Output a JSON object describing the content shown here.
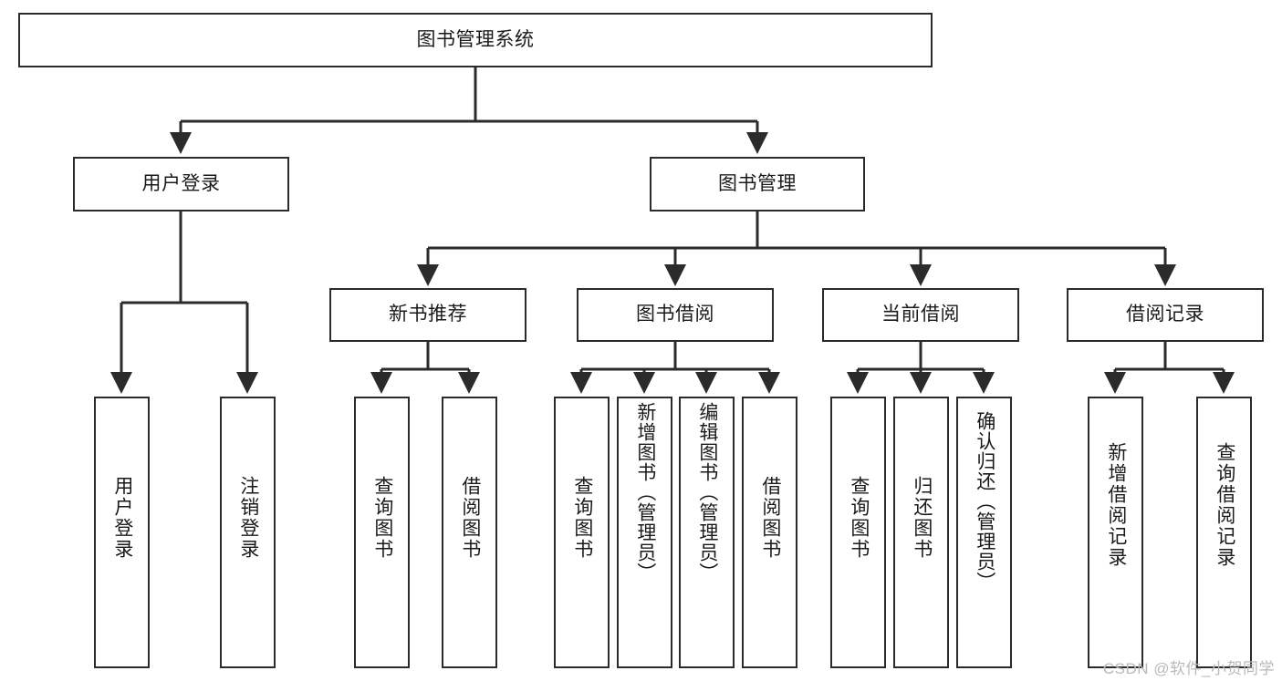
{
  "diagram": {
    "title": "图书管理系统",
    "type": "tree-hierarchy",
    "colors": {
      "stroke": "#2b2b2b",
      "fill": "#ffffff",
      "text": "#1a1a1a",
      "watermark": "#b9b9b9"
    },
    "watermark": "CSDN @软件_小贺同学",
    "nodes": {
      "root": {
        "label": "图书管理系统"
      },
      "level2": [
        {
          "id": "user-login",
          "label": "用户登录"
        },
        {
          "id": "book-management",
          "label": "图书管理"
        }
      ],
      "level3": [
        {
          "id": "new-book-recommend",
          "label": "新书推荐"
        },
        {
          "id": "book-borrow",
          "label": "图书借阅"
        },
        {
          "id": "current-borrow",
          "label": "当前借阅"
        },
        {
          "id": "borrow-record",
          "label": "借阅记录"
        }
      ],
      "leaves": {
        "user_login": [
          {
            "id": "leaf-user-login",
            "label": "用户登录"
          },
          {
            "id": "leaf-user-logout",
            "label": "注销登录"
          }
        ],
        "new_book_recommend": [
          {
            "id": "leaf-query-book-1",
            "label": "查询图书"
          },
          {
            "id": "leaf-borrow-book-1",
            "label": "借阅图书"
          }
        ],
        "book_borrow": [
          {
            "id": "leaf-query-book-2",
            "label": "查询图书"
          },
          {
            "id": "leaf-add-book",
            "label": "新增图书（管理员）"
          },
          {
            "id": "leaf-edit-book",
            "label": "编辑图书（管理员）"
          },
          {
            "id": "leaf-borrow-book-2",
            "label": "借阅图书"
          }
        ],
        "current_borrow": [
          {
            "id": "leaf-query-book-3",
            "label": "查询图书"
          },
          {
            "id": "leaf-return-book",
            "label": "归还图书"
          },
          {
            "id": "leaf-confirm-return",
            "label": "确认归还（管理员）"
          }
        ],
        "borrow_record": [
          {
            "id": "leaf-add-record",
            "label": "新增借阅记录"
          },
          {
            "id": "leaf-query-record",
            "label": "查询借阅记录"
          }
        ]
      }
    }
  }
}
